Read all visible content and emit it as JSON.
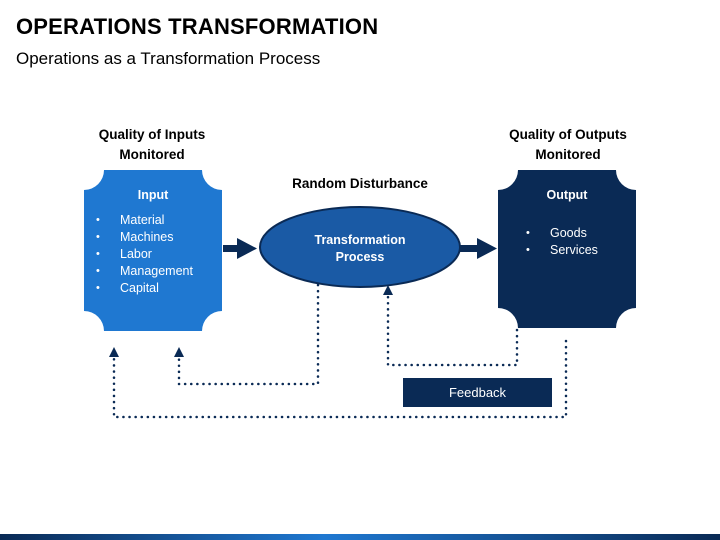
{
  "title": "OPERATIONS TRANSFORMATION",
  "subtitle": "Operations as a Transformation Process",
  "inputs": {
    "heading_line1": "Quality of Inputs",
    "heading_line2": "Monitored",
    "box_title": "Input",
    "items": [
      "Material",
      "Machines",
      "Labor",
      "Management",
      "Capital"
    ]
  },
  "process": {
    "disturbance": "Random Disturbance",
    "label_line1": "Transformation",
    "label_line2": "Process"
  },
  "outputs": {
    "heading_line1": "Quality of Outputs",
    "heading_line2": "Monitored",
    "box_title": "Output",
    "items": [
      "Goods",
      "Services"
    ]
  },
  "feedback": "Feedback",
  "colors": {
    "input_box": "#1f78d1",
    "process_ellipse": "#1a5aa5",
    "output_box": "#0a2a55",
    "arrow": "#0a2a55",
    "dotted_line": "#0a2a55"
  }
}
